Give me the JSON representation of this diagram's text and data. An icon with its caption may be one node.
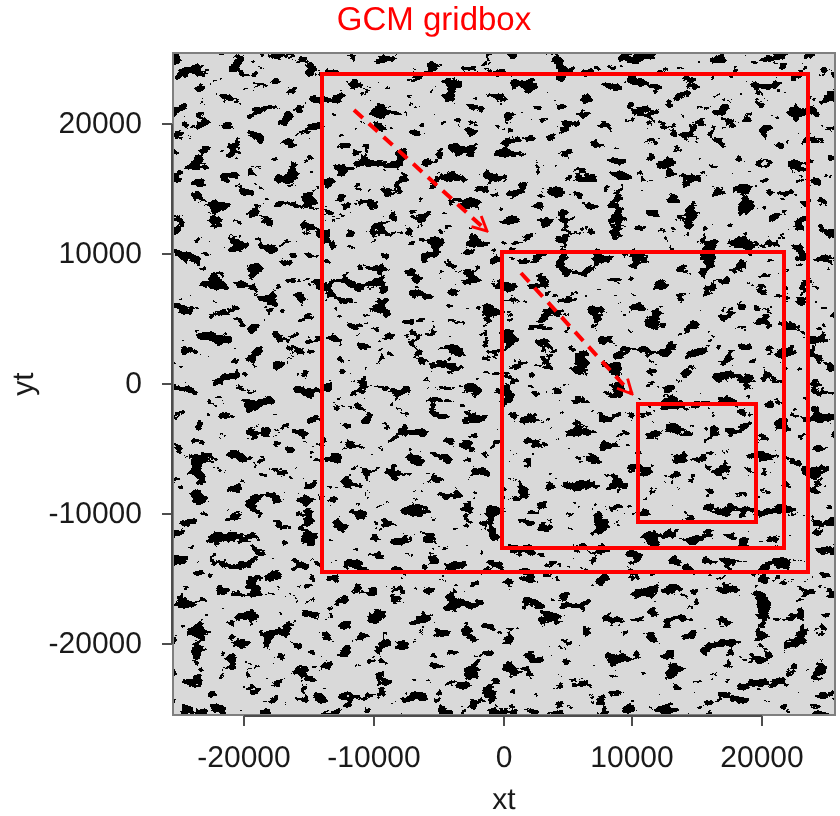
{
  "diagram": {
    "title": "GCM gridbox",
    "nodes": [
      {
        "text": [],
        "shape": "box"
      },
      {
        "text": [],
        "shape": "box",
        "in": 0
      },
      {
        "text": [],
        "shape": "box",
        "in": 1
      }
    ],
    "edges": [
      {
        "from": 0,
        "to": 1,
        "arrow": "to",
        "style": "dashed"
      },
      {
        "from": 1,
        "to": 2,
        "arrow": "to",
        "style": "dashed"
      }
    ],
    "labels": [
      "20000",
      "10000",
      "0",
      "-10000",
      "-20000",
      "yt",
      "-20000",
      "-10000",
      "0",
      "10000",
      "20000",
      "xt"
    ]
  }
}
